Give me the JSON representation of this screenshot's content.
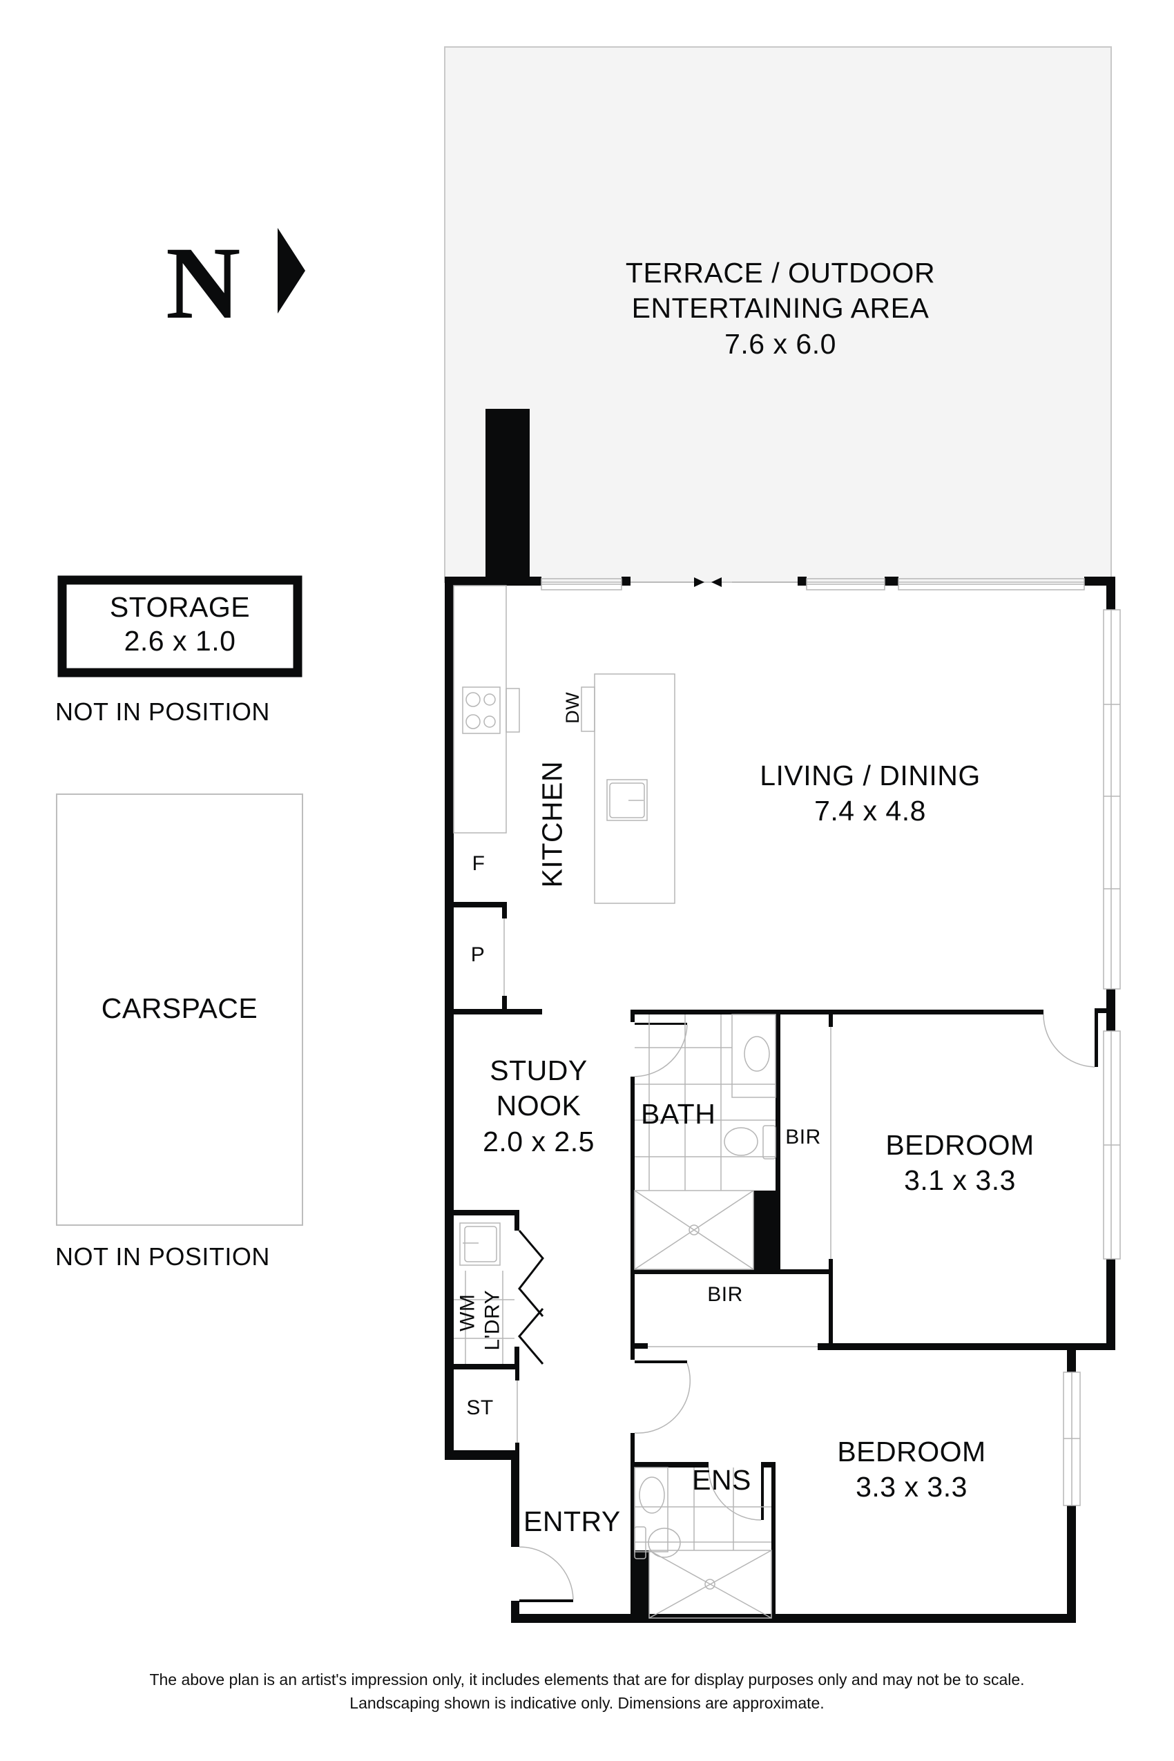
{
  "compass": {
    "letter": "N",
    "arrow_direction": "right",
    "icon": "north-arrow-icon"
  },
  "colors": {
    "wall": "#0a0b0c",
    "terrace_fill": "#f4f4f4",
    "fixture_line": "#b5b5b5",
    "background": "#ffffff"
  },
  "rooms": {
    "terrace": {
      "line1": "TERRACE / OUTDOOR",
      "line2": "ENTERTAINING AREA",
      "dims": "7.6 x 6.0"
    },
    "storage": {
      "name": "STORAGE",
      "dims": "2.6 x 1.0",
      "note": "NOT IN POSITION"
    },
    "carspace": {
      "name": "CARSPACE",
      "note": "NOT IN POSITION"
    },
    "kitchen": {
      "name": "KITCHEN",
      "dishwasher": "DW",
      "fridge": "F",
      "pantry": "P"
    },
    "living_dining": {
      "name": "LIVING / DINING",
      "dims": "7.4 x 4.8"
    },
    "study_nook": {
      "line1": "STUDY",
      "line2": "NOOK",
      "dims": "2.0 x 2.5"
    },
    "bath": {
      "name": "BATH"
    },
    "bir_bedroom1": {
      "name": "BIR"
    },
    "bedroom1": {
      "name": "BEDROOM",
      "dims": "3.1 x 3.3"
    },
    "bir_bedroom2": {
      "name": "BIR"
    },
    "laundry": {
      "name": "L'DRY",
      "washing_machine": "WM"
    },
    "storage_cupboard": {
      "name": "ST"
    },
    "ensuite": {
      "name": "ENS"
    },
    "bedroom2": {
      "name": "BEDROOM",
      "dims": "3.3 x 3.3"
    },
    "entry": {
      "name": "ENTRY"
    }
  },
  "footer": {
    "line1": "The above plan is an artist's impression only, it includes elements that are for display purposes only and may not be to scale.",
    "line2": "Landscaping shown is indicative only. Dimensions are approximate."
  }
}
